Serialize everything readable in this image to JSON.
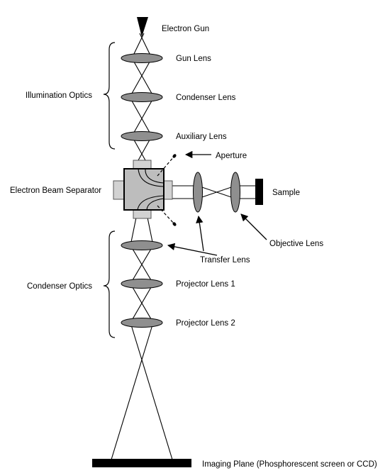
{
  "labels": {
    "electron_gun": "Electron Gun",
    "gun_lens": "Gun Lens",
    "condenser_lens": "Condenser Lens",
    "auxiliary_lens": "Auxiliary Lens",
    "aperture": "Aperture",
    "electron_beam_separator": "Electron Beam Separator",
    "sample": "Sample",
    "objective_lens": "Objective Lens",
    "transfer_lens": "Transfer Lens",
    "projector_lens_1": "Projector Lens 1",
    "projector_lens_2": "Projector Lens 2",
    "imaging_plane": "Imaging Plane (Phosphorescent screen or CCD)"
  },
  "groups": {
    "illumination_optics": "Illumination Optics",
    "condenser_optics": "Condenser Optics"
  },
  "colors": {
    "lens_fill": "#8f8f8f",
    "separator_fill": "#bdbdbd",
    "port_fill": "#d2d2d2",
    "line": "#000000"
  }
}
